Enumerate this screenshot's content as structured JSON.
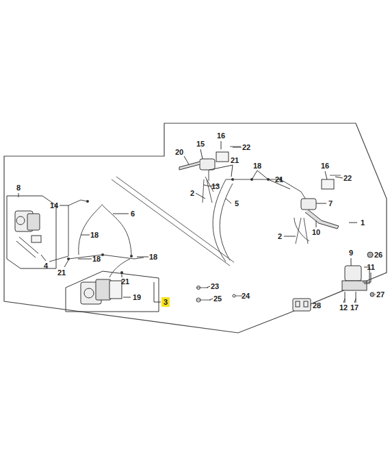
{
  "diagram": {
    "labels": [
      "16",
      "22",
      "20",
      "15",
      "21",
      "18",
      "16",
      "22",
      "21",
      "13",
      "2",
      "8",
      "14",
      "5",
      "7",
      "1",
      "6",
      "10",
      "2",
      "18",
      "9",
      "26",
      "11",
      "18",
      "4",
      "21",
      "18",
      "21",
      "19",
      "23",
      "3",
      "25",
      "24",
      "27",
      "12",
      "17",
      "28"
    ]
  }
}
